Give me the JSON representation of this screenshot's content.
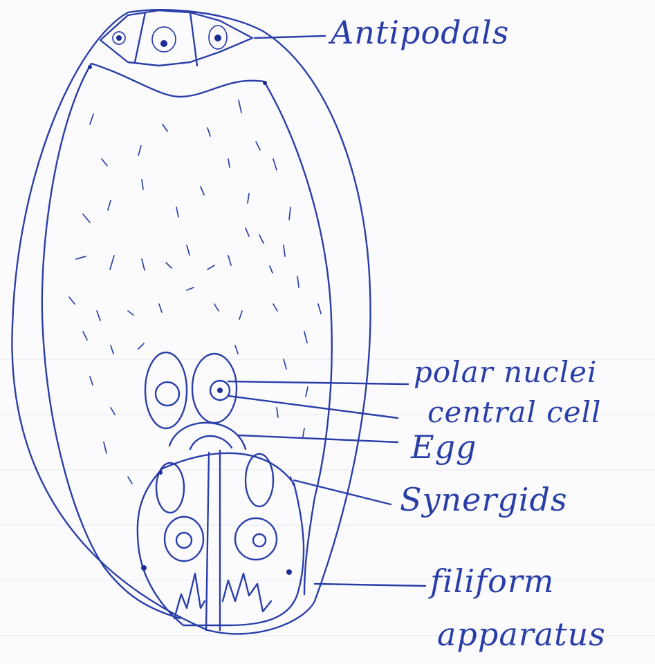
{
  "labels": {
    "antipodals": "Antipodals",
    "polar_nuclei": "polar nuclei",
    "central_cell": "central cell",
    "egg": "Egg",
    "synergids": "Synergids",
    "filiform": "filiform",
    "apparatus": "apparatus"
  },
  "colors": {
    "ink": "#2a3ea8",
    "paper": "#fbfbfd"
  }
}
